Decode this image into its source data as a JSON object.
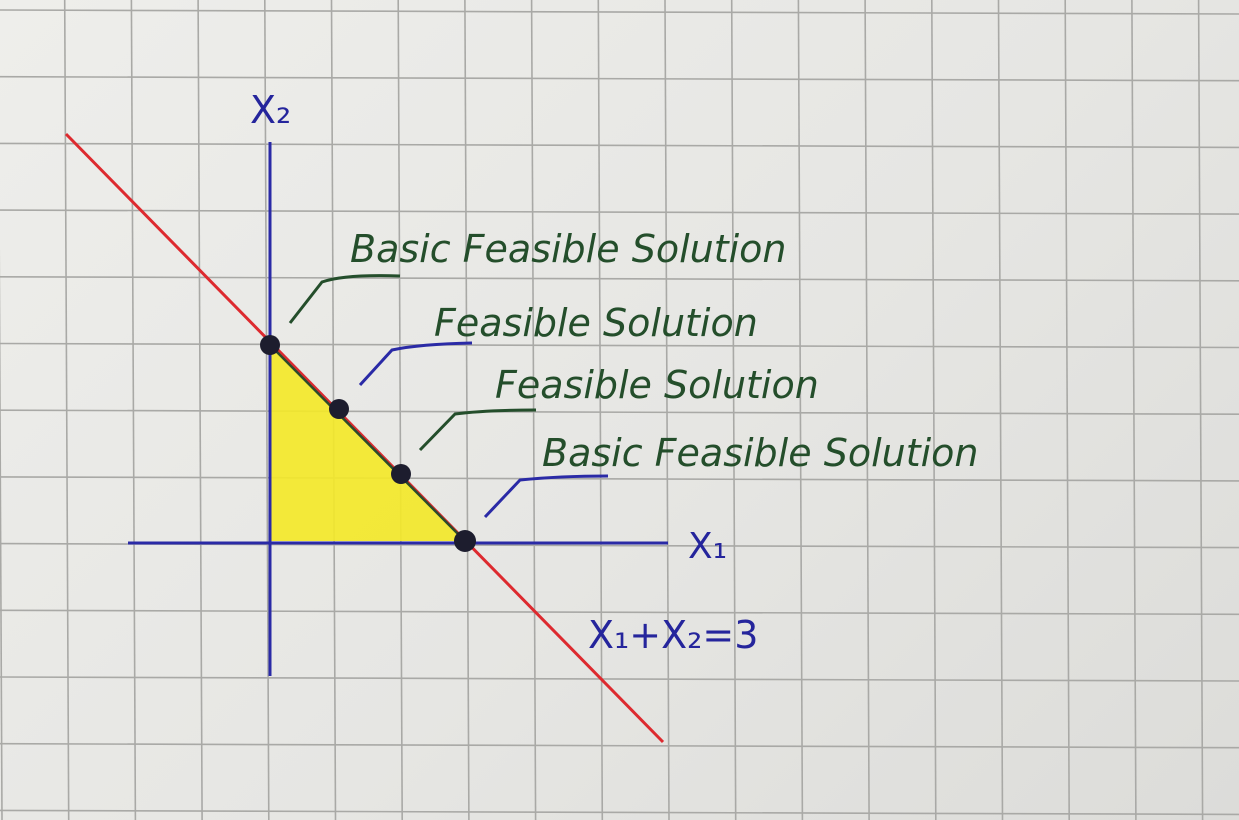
{
  "diagram": {
    "axis_x_label": "X₁",
    "axis_y_label": "X₂",
    "constraint_label": "X₁+X₂=3",
    "annotations": [
      {
        "text": "Basic Feasible Solution",
        "kind": "basic",
        "point": [
          0,
          3
        ]
      },
      {
        "text": "Feasible Solution",
        "kind": "feasible",
        "point": [
          1,
          2
        ]
      },
      {
        "text": "Feasible Solution",
        "kind": "feasible",
        "point": [
          2,
          1
        ]
      },
      {
        "text": "Basic Feasible Solution",
        "kind": "basic",
        "point": [
          3,
          0
        ]
      }
    ]
  },
  "colors": {
    "grid": "#a9a9a6",
    "axes": "#2a2aa6",
    "constraint_line": "#dd2a2f",
    "feasible_region": "#f3e82a",
    "points": "#1d1d2e",
    "annotation_text": "#244e2b",
    "label_text": "#25259c"
  }
}
